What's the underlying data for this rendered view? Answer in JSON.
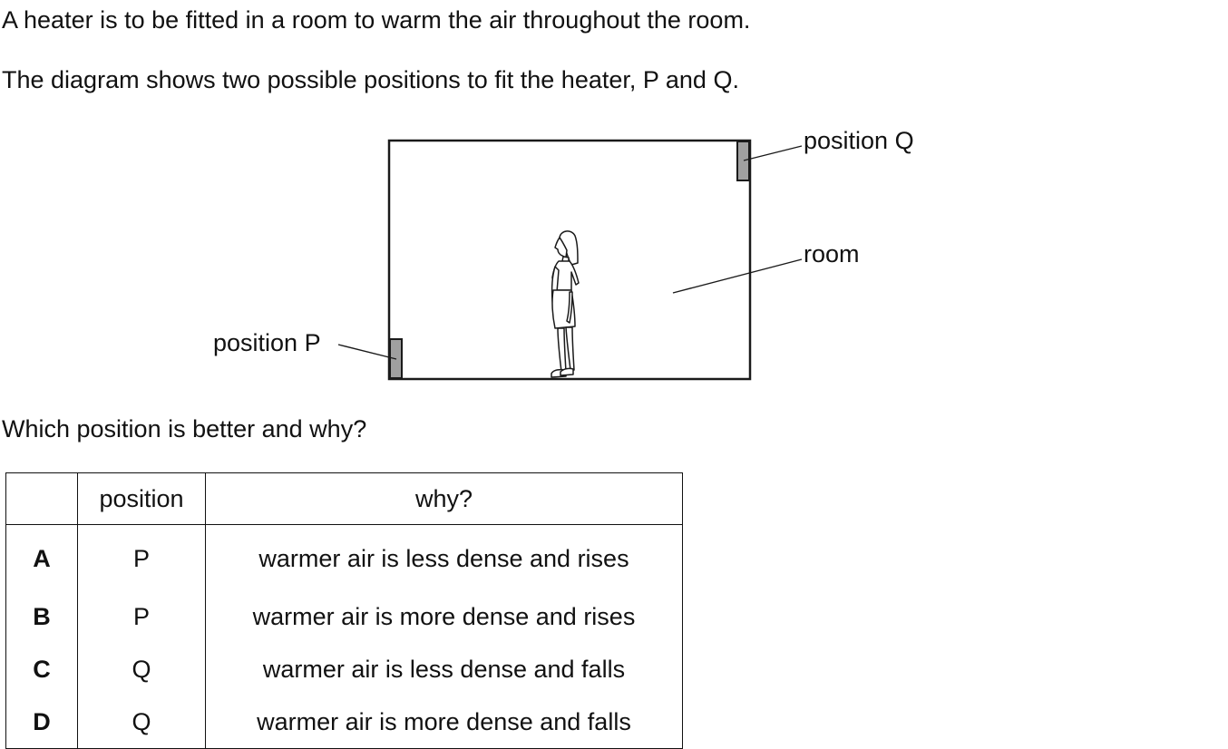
{
  "intro": {
    "line1": "A heater is to be fitted in a room to warm the air throughout the room.",
    "line2": "The diagram shows two possible positions to fit the heater, P and Q."
  },
  "diagram": {
    "label_q": "position Q",
    "label_room": "room",
    "label_p": "position P"
  },
  "question": "Which position is better and why?",
  "table": {
    "headers": [
      "",
      "position",
      "why?"
    ],
    "rows": [
      {
        "letter": "A",
        "position": "P",
        "why": "warmer air is less dense and rises"
      },
      {
        "letter": "B",
        "position": "P",
        "why": "warmer air is more dense and rises"
      },
      {
        "letter": "C",
        "position": "Q",
        "why": "warmer air is less dense and falls"
      },
      {
        "letter": "D",
        "position": "Q",
        "why": "warmer air is more dense and falls"
      }
    ]
  },
  "colors": {
    "heater_fill": "#a0a0a0",
    "line": "#1a1a1a"
  }
}
